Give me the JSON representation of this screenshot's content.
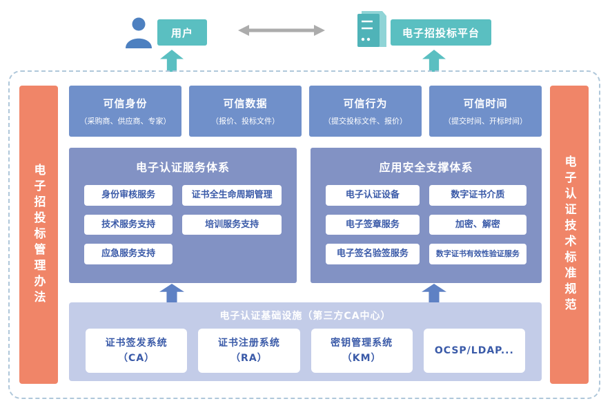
{
  "colors": {
    "teal": "#5ABFC1",
    "orange": "#F08568",
    "trust_blue": "#7090CA",
    "panel_blue": "#8292C4",
    "infra_lavender": "#C3CCE8",
    "box_text_blue": "#3A5AA8",
    "gray_arrow": "#ACACAC",
    "blue_arrow": "#5E81C4"
  },
  "top": {
    "user_label": "用户",
    "platform_label": "电子招投标平台"
  },
  "side_bars": {
    "left": "电子招投标管理办法",
    "right": "电子认证技术标准规范"
  },
  "trust_boxes": [
    {
      "title": "可信身份",
      "subtitle": "（采购商、供应商、专家）"
    },
    {
      "title": "可信数据",
      "subtitle": "（报价、投标文件）"
    },
    {
      "title": "可信行为",
      "subtitle": "（提交投标文件、报价）"
    },
    {
      "title": "可信时间",
      "subtitle": "（提交时间、开标时间）"
    }
  ],
  "panels": [
    {
      "title": "电子认证服务体系",
      "items": [
        "身份审核服务",
        "证书全生命周期管理",
        "技术服务支持",
        "培训服务支持",
        "应急服务支持"
      ]
    },
    {
      "title": "应用安全支撑体系",
      "items": [
        "电子认证设备",
        "数字证书介质",
        "电子签章服务",
        "加密、解密",
        "电子签名验签服务",
        "数字证书有效性验证服务"
      ]
    }
  ],
  "infrastructure": {
    "title": "电子认证基础设施（第三方CA中心）",
    "items": [
      "证书签发系统\n（CA）",
      "证书注册系统\n（RA）",
      "密钥管理系统\n（KM）",
      "OCSP/LDAP..."
    ]
  }
}
